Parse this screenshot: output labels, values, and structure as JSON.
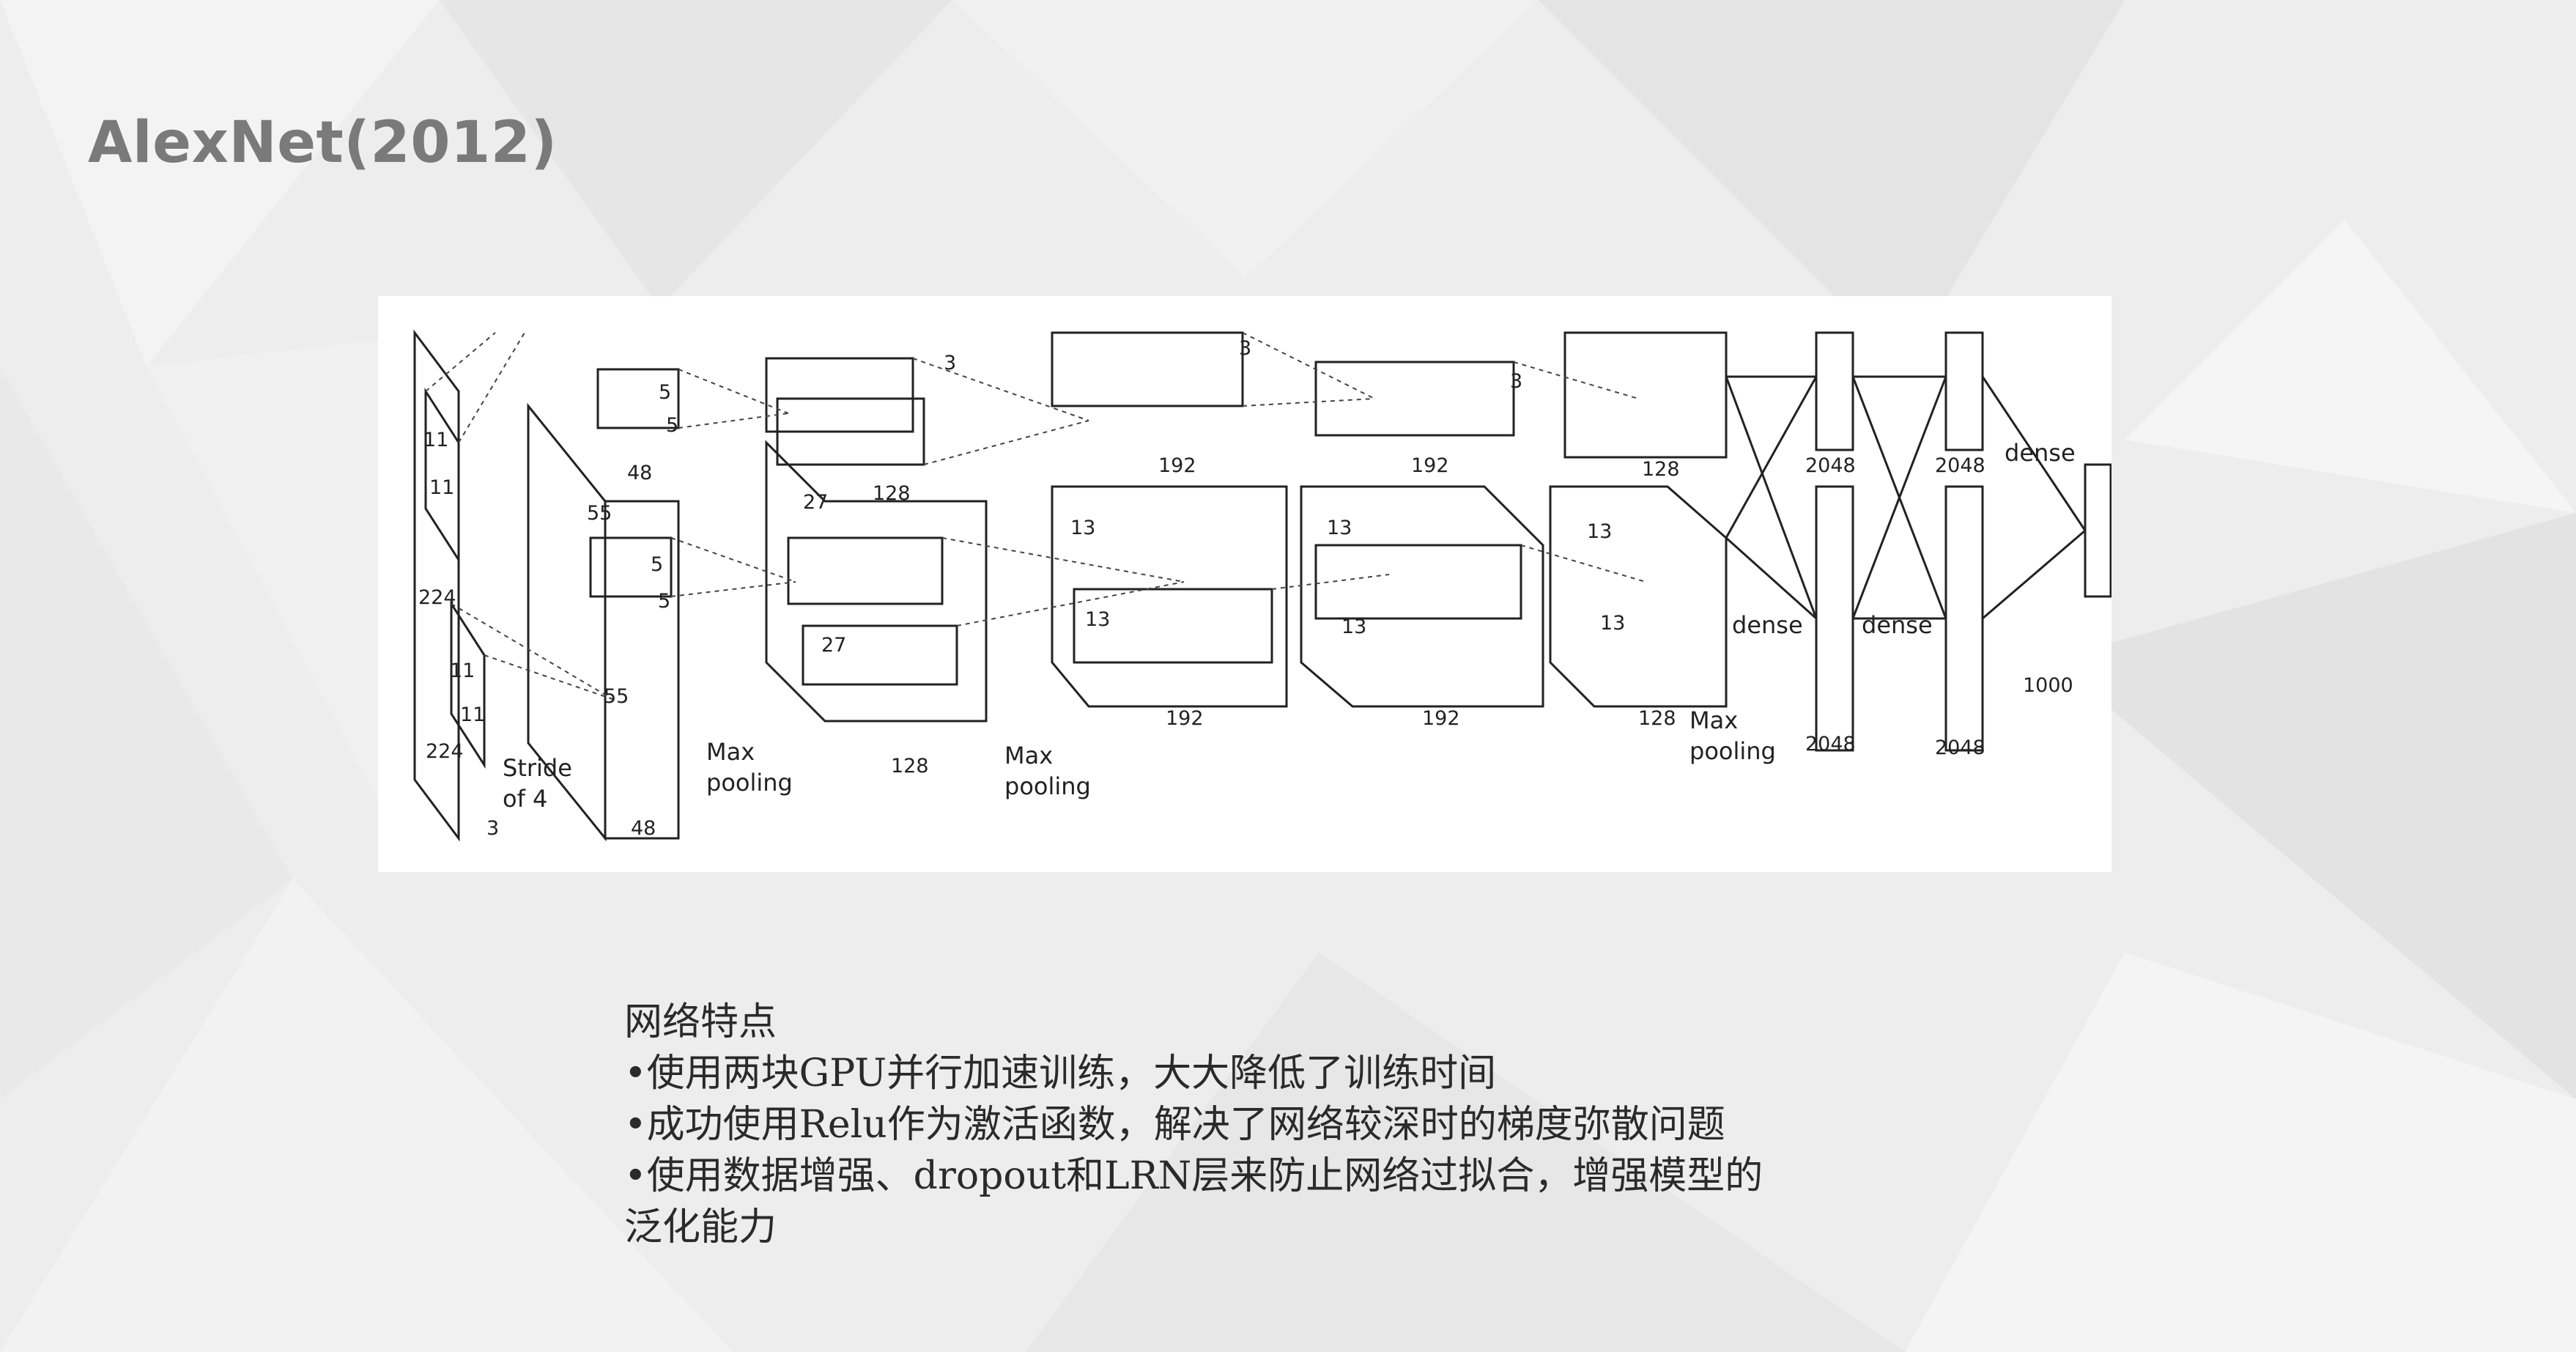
{
  "slide": {
    "title": "AlexNet(2012)"
  },
  "diagram": {
    "input": {
      "size_a": "224",
      "size_b": "224",
      "depth": "3",
      "kernel_a": "11",
      "kernel_b": "11",
      "kernel_c": "11",
      "kernel_d": "11",
      "stride_1": "Stride",
      "stride_2": "of 4"
    },
    "conv1": {
      "size": "55",
      "size_b": "55",
      "depth": "48",
      "depth_b": "48",
      "kernel_a": "5",
      "kernel_b": "5",
      "kernel_c": "5",
      "kernel_d": "5"
    },
    "pool1": {
      "line1": "Max",
      "line2": "pooling"
    },
    "conv2": {
      "size": "27",
      "size_b": "27",
      "depth": "128",
      "depth_b": "128",
      "kernel": "3"
    },
    "pool2": {
      "line1": "Max",
      "line2": "pooling"
    },
    "conv3": {
      "size": "13",
      "size_b": "13",
      "depth": "192",
      "depth_b": "192",
      "kernel": "3"
    },
    "conv4": {
      "size": "13",
      "size_b": "13",
      "depth": "192",
      "depth_b": "192",
      "kernel": "3"
    },
    "conv5": {
      "size": "13",
      "size_b": "13",
      "depth": "128",
      "depth_b": "128"
    },
    "pool3": {
      "line1": "Max",
      "line2": "pooling"
    },
    "fc": {
      "units": "2048",
      "dense": "dense",
      "output": "1000"
    }
  },
  "notes": {
    "heading": "网络特点",
    "items": [
      "•使用两块GPU并行加速训练，大大降低了训练时间",
      "•成功使用Relu作为激活函数，解决了网络较深时的梯度弥散问题",
      "•使用数据增强、dropout和LRN层来防止网络过拟合，增强模型的",
      "泛化能力"
    ]
  }
}
